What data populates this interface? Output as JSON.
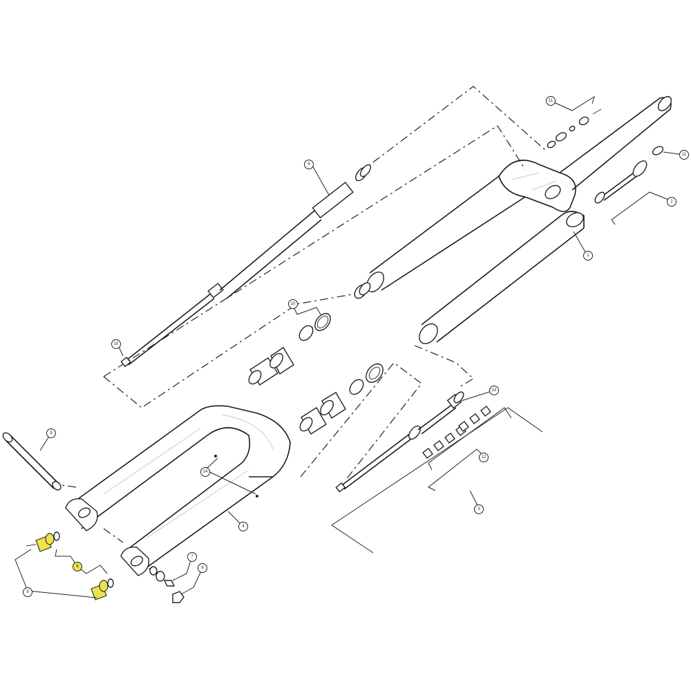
{
  "diagram": {
    "callouts": [
      {
        "id": "c9a",
        "label": "9"
      },
      {
        "id": "c9b",
        "label": "9"
      },
      {
        "id": "c10a",
        "label": "10"
      },
      {
        "id": "c10b",
        "label": "10"
      },
      {
        "id": "c11a",
        "label": "11"
      },
      {
        "id": "c11b",
        "label": "11"
      },
      {
        "id": "c12",
        "label": "12"
      },
      {
        "id": "c13",
        "label": "13"
      },
      {
        "id": "c14",
        "label": "14"
      },
      {
        "id": "c1",
        "label": "1"
      },
      {
        "id": "c2",
        "label": "2"
      },
      {
        "id": "c3",
        "label": "3"
      },
      {
        "id": "c4",
        "label": "4"
      },
      {
        "id": "c5",
        "label": "5"
      },
      {
        "id": "c6",
        "label": "6"
      },
      {
        "id": "c7",
        "label": "7"
      },
      {
        "id": "c8",
        "label": "8"
      }
    ],
    "colors": {
      "highlight": "#efe34a",
      "line": "#1a1a1a"
    }
  }
}
